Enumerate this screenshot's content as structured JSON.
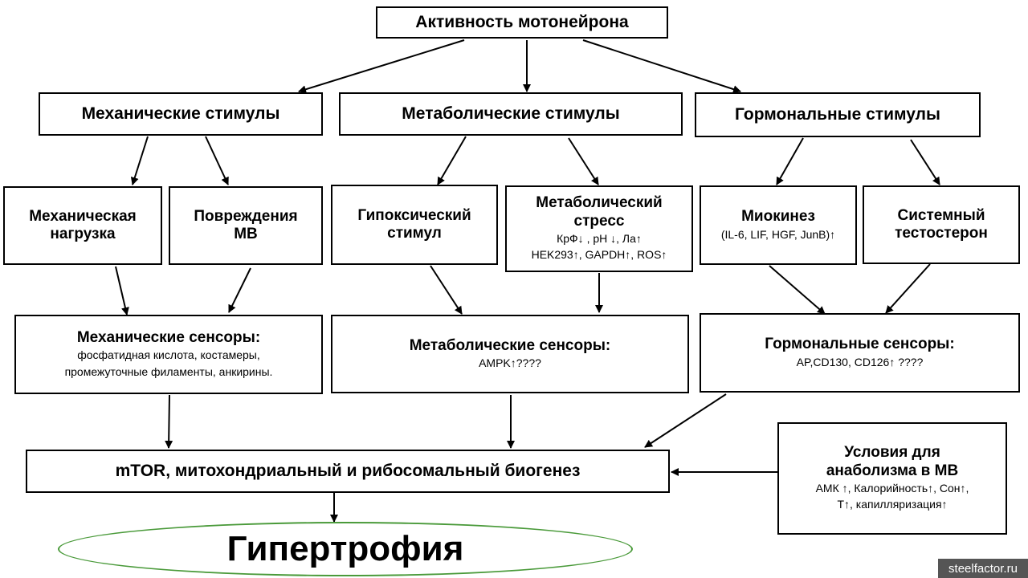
{
  "top": {
    "title": "Активность мотонейрона"
  },
  "mech": {
    "title": "Механические стимулы"
  },
  "metab": {
    "title": "Метаболические стимулы"
  },
  "horm": {
    "title": "Гормональные стимулы"
  },
  "load": {
    "line1": "Механическая",
    "line2": "нагрузка"
  },
  "damage": {
    "line1": "Повреждения",
    "line2": "МВ"
  },
  "hypoxia": {
    "line1": "Гипоксический",
    "line2": "стимул"
  },
  "stress": {
    "line1": "Метаболический",
    "line2": "стресс",
    "sub1": "КрФ↓ , pH ↓, Ла↑",
    "sub2": "HEK293↑, GAPDH↑, ROS↑"
  },
  "myokines": {
    "title": "Миокинез",
    "sub": "(IL-6, LIF, HGF, JunB)↑"
  },
  "testo": {
    "line1": "Системный",
    "line2": "тестостерон"
  },
  "mech_sens": {
    "title": "Механические сенсоры:",
    "sub1": "фосфатидная кислота, костамеры,",
    "sub2": "промежуточные  филаменты, анкирины."
  },
  "metab_sens": {
    "title": "Метаболические сенсоры:",
    "sub": "AMPK↑????"
  },
  "horm_sens": {
    "title": "Гормональные сенсоры:",
    "sub": "AP,CD130, CD126↑ ????"
  },
  "mtor": {
    "title": "mTOR, митохондриальный и рибосомальный биогенез"
  },
  "anabol": {
    "line1": "Условия для",
    "line2": "анаболизма в МВ",
    "sub1": "АМК ↑, Калорийность↑, Сон↑,",
    "sub2": "Т↑, капилляризация↑"
  },
  "hypertrophy": {
    "title": "Гипертрофия"
  },
  "watermark": {
    "text": "steelfactor.ru"
  },
  "colors": {
    "ellipse": "#4a9a3a",
    "watermark_bg": "#555555"
  }
}
